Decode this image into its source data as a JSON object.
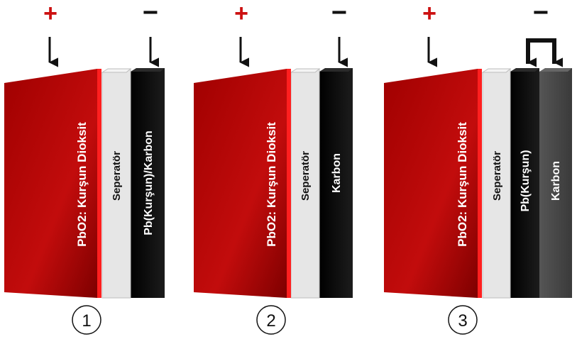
{
  "polarity": {
    "positive": "+",
    "negative": "−"
  },
  "layers": {
    "pbo2": "PbO2: Kurşun Dioksit",
    "separator": "Seperatör",
    "pb_carbon": "Pb(Kurşun)/Karbon",
    "carbon": "Karbon",
    "pb": "Pb(Kurşun)"
  },
  "configs": [
    {
      "number": "1"
    },
    {
      "number": "2"
    },
    {
      "number": "3"
    }
  ],
  "colors": {
    "positive_red": "#cc1111",
    "plate_red": "#b20808",
    "separator": "#e6e6e6",
    "black": "#0a0a0a",
    "dark_gray": "#4a4a4a"
  }
}
